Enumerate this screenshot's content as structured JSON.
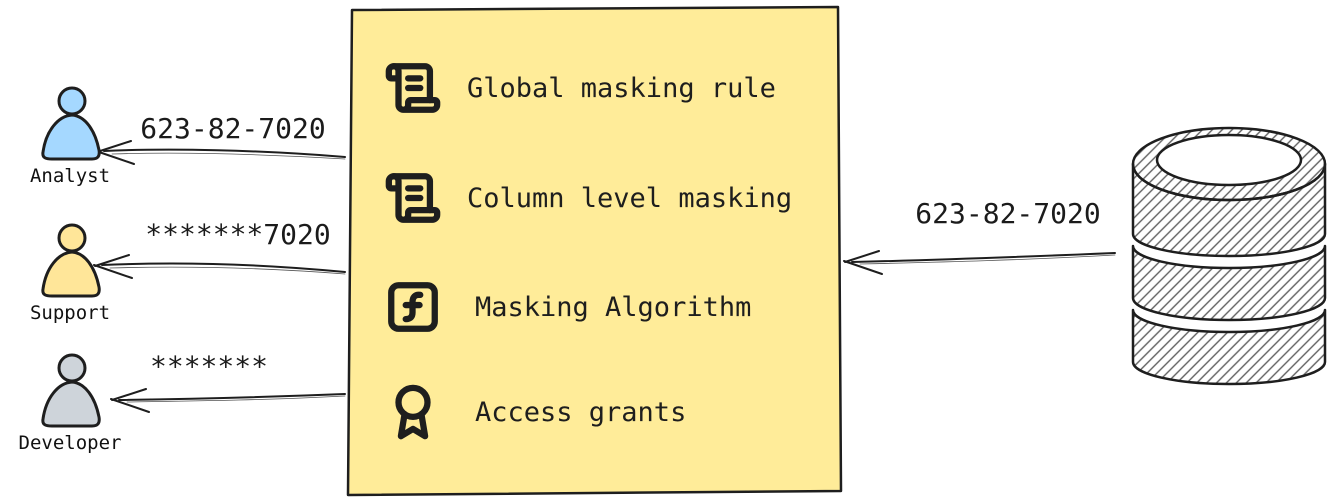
{
  "diagram": {
    "ink_color": "#1e1e1e",
    "box": {
      "fill_color": "#ffec99",
      "items": [
        {
          "icon": "scroll-text-icon",
          "label": "Global masking rule"
        },
        {
          "icon": "scroll-text-icon",
          "label": "Column level masking"
        },
        {
          "icon": "function-square-icon",
          "label": "Masking Algorithm"
        },
        {
          "icon": "award-icon",
          "label": "Access grants"
        }
      ]
    },
    "actors": [
      {
        "name": "Analyst",
        "received_value": "623-82-7020",
        "color": "#a5d8ff"
      },
      {
        "name": "Support",
        "received_value": "*******7020",
        "color": "#ffe699"
      },
      {
        "name": "Developer",
        "received_value": "*******",
        "color": "#ced4da"
      }
    ],
    "database": {
      "icon": "database-icon",
      "sent_value": "623-82-7020"
    }
  }
}
